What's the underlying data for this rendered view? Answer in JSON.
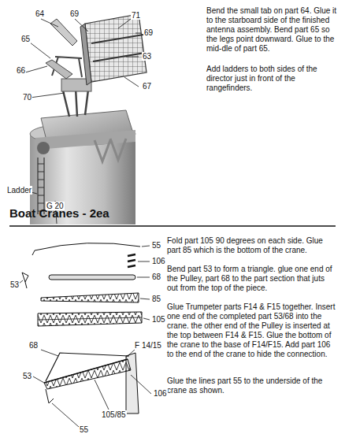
{
  "diagram": {
    "title": "Boat Cranes - 2ea",
    "labels": [
      "64",
      "69",
      "71",
      "69",
      "65",
      "63",
      "66",
      "67",
      "70",
      "Ladder",
      "G 20",
      "Bend the small tab on part 64. Glue it to the starboard side of the finished antenna assembly. Bend part 65 so the legs point downward. Glue to the mid-dle of part 65.",
      "Add ladders to both sides of the director just in front of the rangefinders.",
      "55",
      "106",
      "53",
      "68",
      "85",
      "105",
      "Fold part 105 90 degrees on each side. Glue part 85 which is the bottom of the crane.",
      "Bend part 53 to form a triangle. glue one end of the Pulley, part 68 to the part section that juts out from the top of the piece.",
      "Glue Trumpeter parts F14 & F15 together. Insert one end of the completed part 53/68 into the crane. the other end of the Pulley is inserted at the top between F14 & F15. Glue the bottom of the crane to the base of F14/F15. Add part 106 to the end of the crane to hide the connection.",
      "Glue the lines part 55 to the underside of the crane as shown.",
      "68",
      "F 14/15",
      "53",
      "106",
      "105/85",
      "55"
    ]
  }
}
